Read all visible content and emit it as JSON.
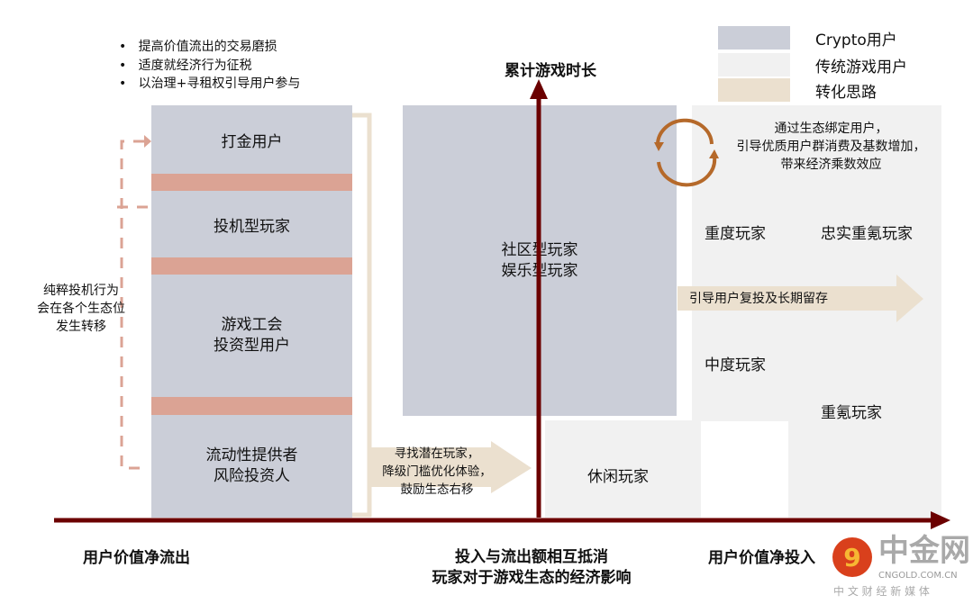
{
  "notes": [
    "提高价值流出的交易磨损",
    "适度就经济行为征税",
    "以治理+寻租权引导用户参与"
  ],
  "legend": [
    {
      "label": "Crypto用户",
      "color": "#cbced8"
    },
    {
      "label": "传统游戏用户",
      "color": "#f1f1f1"
    },
    {
      "label": "转化思路",
      "color": "#ebe0cf"
    }
  ],
  "y_axis_title": "累计游戏时长",
  "left_stack": [
    "打金用户",
    "投机型玩家",
    "游戏工会\n投资型用户",
    "流动性提供者\n风险投资人"
  ],
  "left_note": "纯粹投机行为\n会在各个生态位\n发生转移",
  "center_box": "社区型玩家\n娱乐型玩家",
  "cycle_text": "通过生态绑定用户，\n引导优质用户群消费及基数增加，\n带来经济乘数效应",
  "arrow_right_text": "引导用户复投及长期留存",
  "arrow_left_text": "寻找潜在玩家，\n降级门槛优化体验，\n鼓励生态右移",
  "players": {
    "heavy": "重度玩家",
    "loyal": "忠实重氪玩家",
    "medium": "中度玩家",
    "whale": "重氪玩家",
    "casual": "休闲玩家"
  },
  "x_labels": {
    "left": "用户价值净流出",
    "center": "投入与流出额相互抵消\n玩家对于游戏生态的经济影响",
    "right": "用户价值净投入"
  },
  "watermark": {
    "name": "中金网",
    "url": "CNGOLD.COM.CN",
    "tagline": "中 文 财 经 新 媒 体"
  },
  "colors": {
    "axis": "#6b0000",
    "dash": "#dba394",
    "arrow": "#ebe0cf",
    "cycle": "#b5692a"
  }
}
